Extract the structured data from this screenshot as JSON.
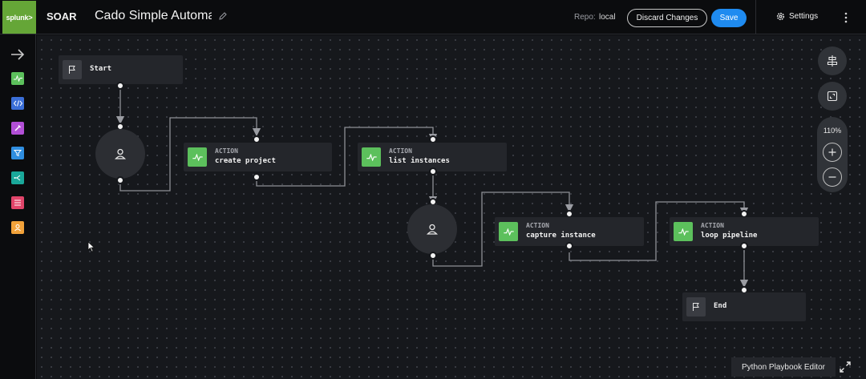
{
  "header": {
    "logo_text": "splunk>",
    "app_name": "SOAR",
    "playbook_title": "Cado Simple Automati",
    "repo_label": "Repo:",
    "repo_value": "local",
    "discard_label": "Discard Changes",
    "save_label": "Save",
    "settings_label": "Settings"
  },
  "rail": {
    "tools": [
      {
        "icon": "action-icon",
        "color": "#5cc05c"
      },
      {
        "icon": "code-icon",
        "color": "#3b6fd8"
      },
      {
        "icon": "utility-icon",
        "color": "#b24fd6"
      },
      {
        "icon": "filter-icon",
        "color": "#2f8ee0"
      },
      {
        "icon": "decision-icon",
        "color": "#1aa89a"
      },
      {
        "icon": "format-icon",
        "color": "#e0456a"
      },
      {
        "icon": "prompt-icon",
        "color": "#f2a23a"
      }
    ]
  },
  "canvas": {
    "start_label": "Start",
    "end_label": "End",
    "action_kind": "ACTION",
    "actions": {
      "create_project": "create project",
      "list_instances": "list instances",
      "capture_instance": "capture instance",
      "loop_pipeline": "loop pipeline"
    }
  },
  "zoom": {
    "level": "110%"
  },
  "footer": {
    "editor_tab": "Python Playbook Editor"
  }
}
